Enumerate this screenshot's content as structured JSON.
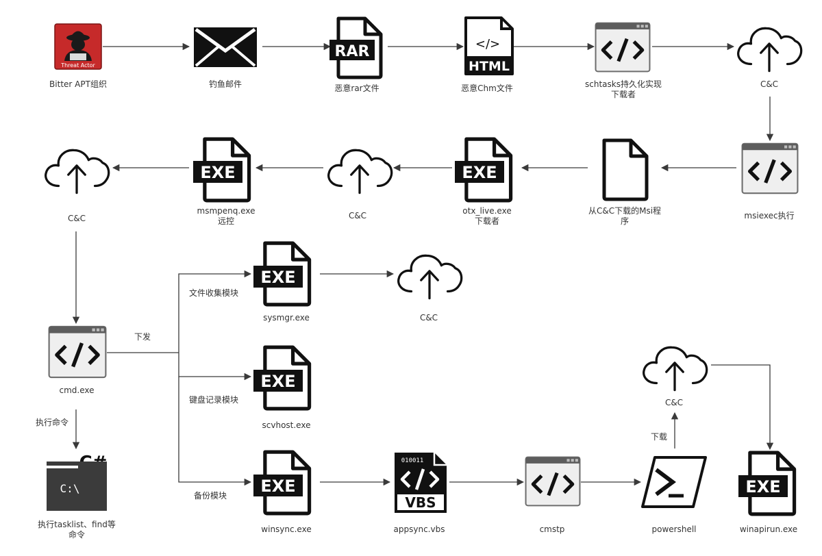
{
  "nodes": {
    "threat_actor": {
      "badge": "Threat Actor",
      "label": "Bitter APT组织"
    },
    "phishing": {
      "label": "钓鱼邮件"
    },
    "rar": {
      "badge": "RAR",
      "label": "恶意rar文件"
    },
    "chm": {
      "badge": "HTML",
      "code": "</>",
      "label": "恶意Chm文件"
    },
    "schtasks": {
      "label_line1": "schtasks持久化实现",
      "label_line2": "下载者"
    },
    "cc1": {
      "label": "C&C"
    },
    "msiexec": {
      "label": "msiexec执行"
    },
    "msi": {
      "label_line1": "从C&C下载的Msi程",
      "label_line2": "序"
    },
    "otx": {
      "badge": "EXE",
      "label_line1": "otx_live.exe",
      "label_line2": "下载者"
    },
    "cc2": {
      "label": "C&C"
    },
    "msmpenq": {
      "badge": "EXE",
      "label_line1": "msmpenq.exe",
      "label_line2": "远控"
    },
    "cc3": {
      "label": "C&C"
    },
    "cmd": {
      "label": "cmd.exe"
    },
    "csharp": {
      "badge": "C#",
      "screen": "C:\\",
      "label_line1": "执行tasklist、find等",
      "label_line2": "命令"
    },
    "sysmgr": {
      "badge": "EXE",
      "label": "sysmgr.exe"
    },
    "cc4": {
      "label": "C&C"
    },
    "scvhost": {
      "badge": "EXE",
      "label": "scvhost.exe"
    },
    "winsync": {
      "badge": "EXE",
      "label": "winsync.exe"
    },
    "appsync": {
      "bits": "010011",
      "badge": "VBS",
      "label": "appsync.vbs"
    },
    "cmstp": {
      "label": "cmstp"
    },
    "powershell": {
      "label": "powershell"
    },
    "cc5": {
      "label": "C&C"
    },
    "winapirun": {
      "badge": "EXE",
      "label": "winapirun.exe"
    }
  },
  "edges": {
    "dispatch": "下发",
    "exec_cmd": "执行命令",
    "file_collect": "文件收集模块",
    "keylogger": "键盘记录模块",
    "backup": "备份模块",
    "download": "下载"
  },
  "colors": {
    "line": "#3a3a3a",
    "icon": "#111111",
    "threat": "#c62a2a",
    "window_bg": "#f1f1f1",
    "window_bar": "#5d5d5d"
  }
}
